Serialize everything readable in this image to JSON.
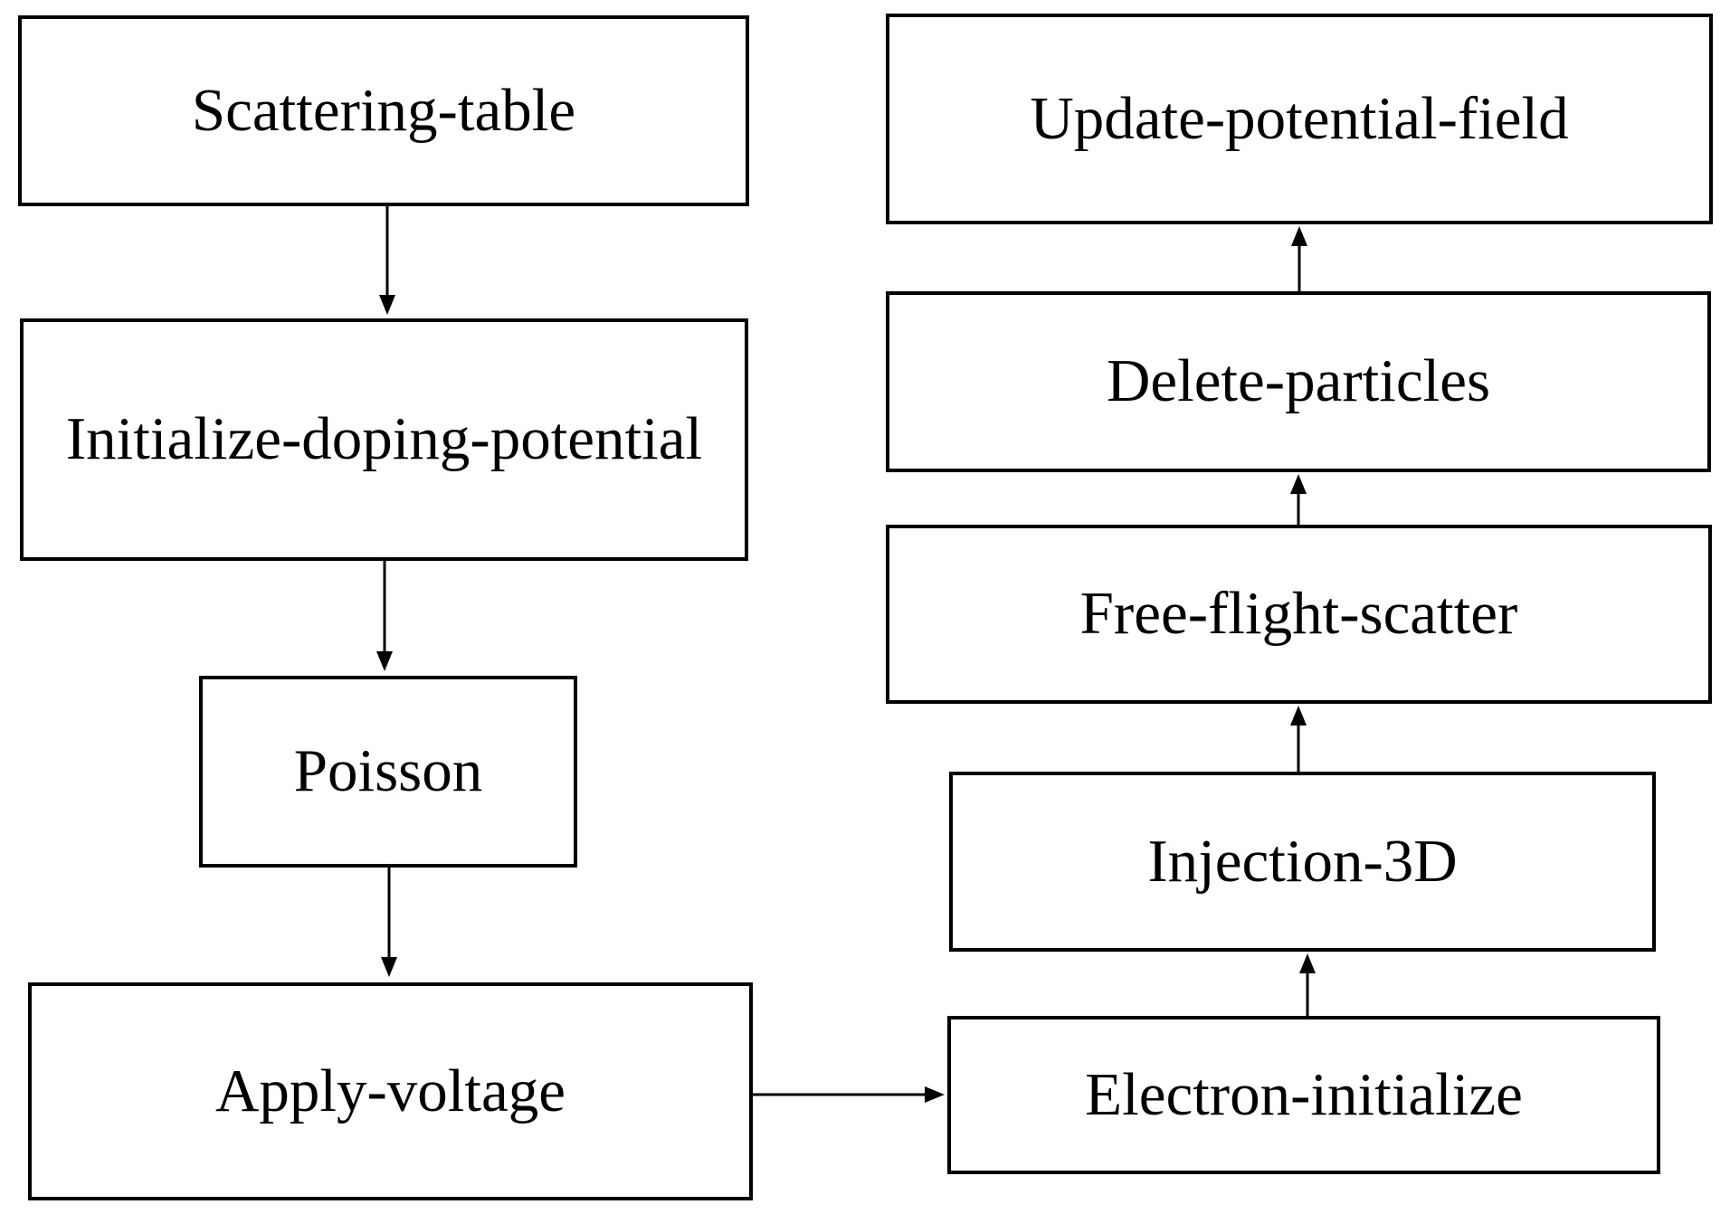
{
  "diagram": {
    "type": "flowchart",
    "background_color": "#ffffff",
    "box_border_color": "#000000",
    "text_color": "#000000",
    "arrow_color": "#000000"
  },
  "nodes": {
    "scattering": {
      "label": "Scattering-table"
    },
    "initialize": {
      "label": "Initialize-doping-potential"
    },
    "poisson": {
      "label": "Poisson"
    },
    "apply": {
      "label": "Apply-voltage"
    },
    "update": {
      "label": "Update-potential-field"
    },
    "delete": {
      "label": "Delete-particles"
    },
    "freeflight": {
      "label": "Free-flight-scatter"
    },
    "injection": {
      "label": "Injection-3D"
    },
    "electron": {
      "label": "Electron-initialize"
    }
  },
  "edges": [
    {
      "from": "Scattering-table",
      "to": "Initialize-doping-potential",
      "direction": "down"
    },
    {
      "from": "Initialize-doping-potential",
      "to": "Poisson",
      "direction": "down"
    },
    {
      "from": "Poisson",
      "to": "Apply-voltage",
      "direction": "down"
    },
    {
      "from": "Apply-voltage",
      "to": "Electron-initialize",
      "direction": "right"
    },
    {
      "from": "Electron-initialize",
      "to": "Injection-3D",
      "direction": "up"
    },
    {
      "from": "Injection-3D",
      "to": "Free-flight-scatter",
      "direction": "up"
    },
    {
      "from": "Free-flight-scatter",
      "to": "Delete-particles",
      "direction": "up"
    },
    {
      "from": "Delete-particles",
      "to": "Update-potential-field",
      "direction": "up"
    }
  ]
}
